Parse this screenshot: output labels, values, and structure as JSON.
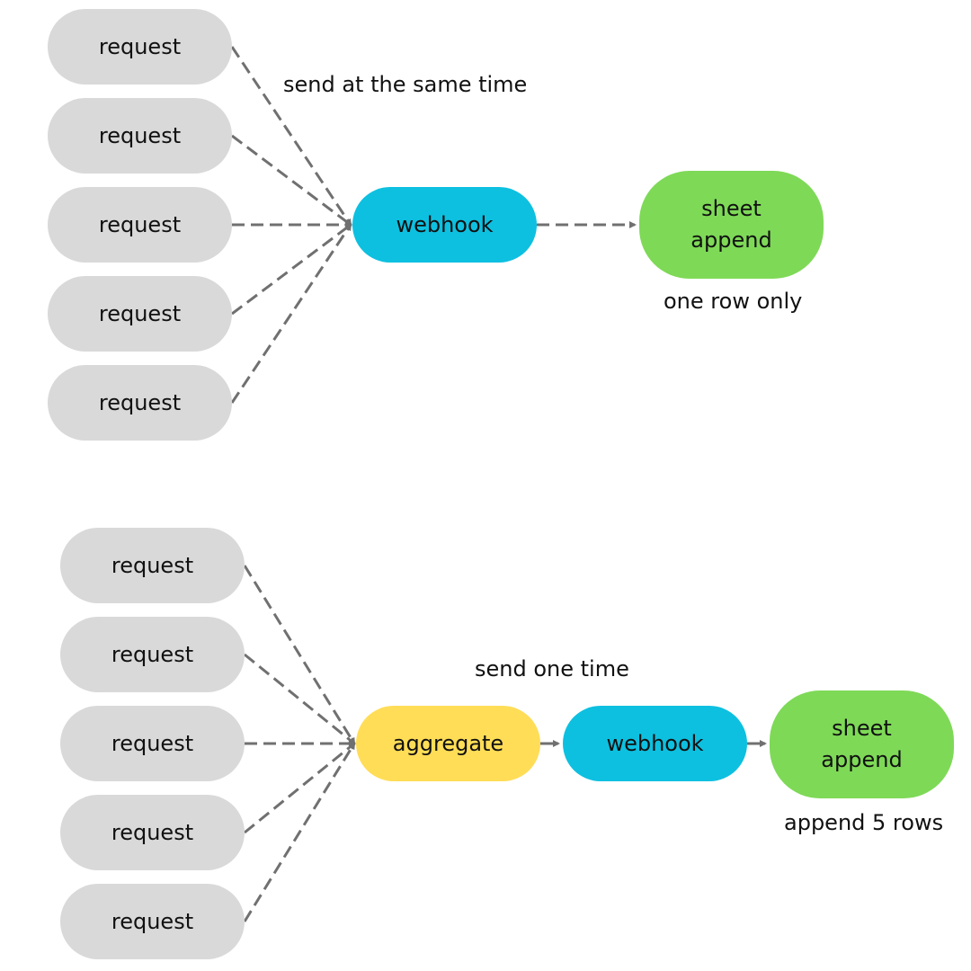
{
  "colors": {
    "request": "#d9d9d9",
    "webhook": "#0dc0e0",
    "sheet": "#7ed957",
    "aggregate": "#ffdd57",
    "edge": "#707070"
  },
  "top": {
    "requests": [
      "request",
      "request",
      "request",
      "request",
      "request"
    ],
    "webhook": "webhook",
    "sheet": "sheet\nappend",
    "send_label": "send at the same time",
    "result_label": "one row only"
  },
  "bottom": {
    "requests": [
      "request",
      "request",
      "request",
      "request",
      "request"
    ],
    "aggregate": "aggregate",
    "webhook": "webhook",
    "sheet": "sheet\nappend",
    "send_label": "send one time",
    "result_label": "append 5 rows"
  }
}
